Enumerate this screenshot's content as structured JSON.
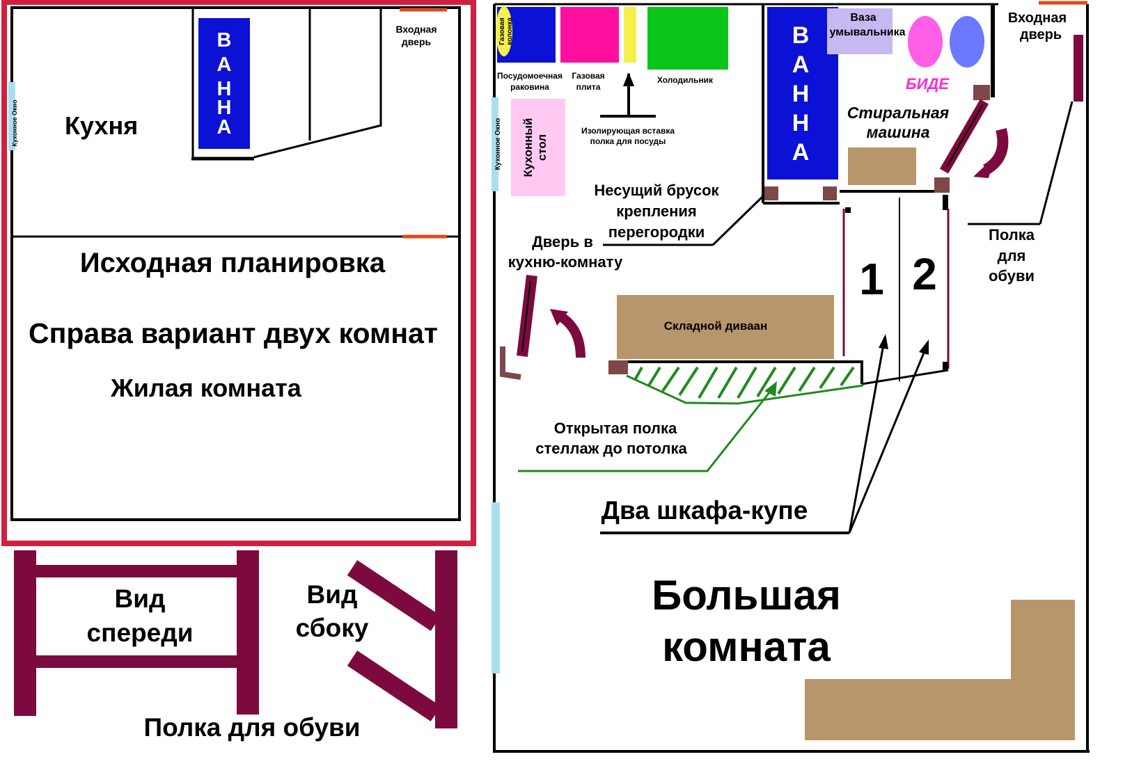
{
  "left_plan": {
    "bath_label": "ВАННА",
    "entrance_door": [
      "Входная",
      "дверь"
    ],
    "kitchen_window": "Кухонное Окно",
    "kitchen": "Кухня",
    "title": "Исходная планировка",
    "subtitle": "Справа вариант двух комнат",
    "living_room": "Жилая комната"
  },
  "shoe_shelf": {
    "front_view": [
      "Вид",
      "спереди"
    ],
    "side_view": [
      "Вид",
      "сбоку"
    ],
    "caption": "Полка для обуви"
  },
  "right_plan": {
    "gas_heater": [
      "Газовая",
      "колонка"
    ],
    "dish_sink": [
      "Посудомоечная",
      "раковина"
    ],
    "gas_stove": [
      "Газовая",
      "плита"
    ],
    "fridge": "Холодильник",
    "insert_shelf": [
      "Изолирующая вставка",
      "полка для посуды"
    ],
    "bath_label": "ВАННА",
    "washbasin": [
      "Ваза",
      "умывальника"
    ],
    "bidet": "БИДЕ",
    "washing_machine": [
      "Стиральная",
      "машина"
    ],
    "entrance_door": [
      "Входная",
      "дверь"
    ],
    "kitchen_window": "Кухонное Окно",
    "kitchen_table": [
      "Кухонный",
      "стол"
    ],
    "support_beam": [
      "Несущий брусок",
      "крепления",
      "перегородки"
    ],
    "kitchen_door": [
      "Дверь в",
      "кухню-комнату"
    ],
    "wardrobe_1": "1",
    "wardrobe_2": "2",
    "shoe_shelf": [
      "Полка",
      "для",
      "обуви"
    ],
    "sofa": "Складной диваан",
    "open_shelf": [
      "Открытая полка",
      "стеллаж до потолка"
    ],
    "wardrobes": "Два  шкафа-купе",
    "big_room": [
      "Большая",
      "комната"
    ]
  },
  "colors": {
    "frame_red": "#d0203f",
    "maroon": "#7d0a3e",
    "bath_blue": "#0b12d6",
    "window_blue": "#a8dff0",
    "pink": "#ff0fa0",
    "yellow": "#f5f04a",
    "green": "#0cc51a",
    "lavender": "#c7b8f2",
    "bidet_pink": "#ff5fe6",
    "bidet_blue": "#6b78ff",
    "brown": "#b8966b",
    "dark_brown": "#7c4848",
    "hatch_green": "#1f8a1f",
    "door_orange": "#e04a1a"
  }
}
